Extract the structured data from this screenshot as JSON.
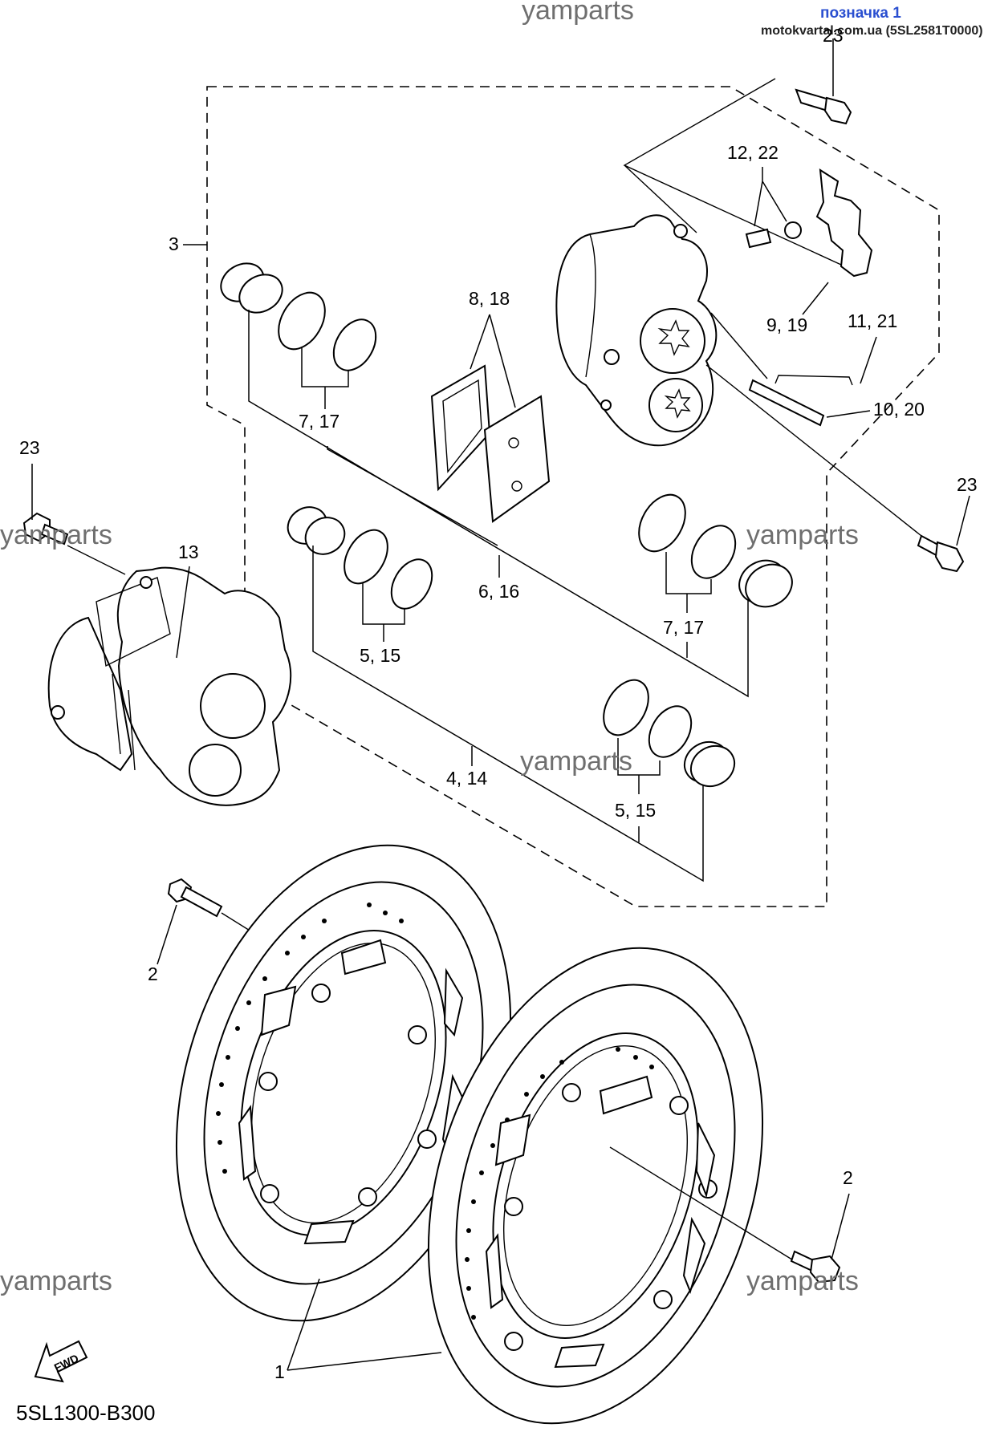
{
  "header": {
    "link_label": "позначка 1",
    "source_text": "motokvartal.com.ua (5SL2581T0000)",
    "colors": {
      "link": "#2a4fd0",
      "watermark": "#6f6f6f"
    }
  },
  "watermarks": [
    "yamparts",
    "yamparts",
    "yamparts",
    "yamparts",
    "yamparts",
    "yamparts"
  ],
  "callouts": {
    "c1": "1",
    "c2a": "2",
    "c2b": "2",
    "c3": "3",
    "c4_14": "4, 14",
    "c5_15a": "5, 15",
    "c5_15b": "5, 15",
    "c6_16": "6, 16",
    "c7_17a": "7, 17",
    "c7_17b": "7, 17",
    "c8_18": "8, 18",
    "c9_19": "9, 19",
    "c10_20": "10, 20",
    "c11_21": "11, 21",
    "c12_22": "12, 22",
    "c13": "13",
    "c23a": "23",
    "c23b": "23",
    "c23c": "23"
  },
  "fwd_label": "FWD",
  "diagram_code": "5SL1300-B300"
}
